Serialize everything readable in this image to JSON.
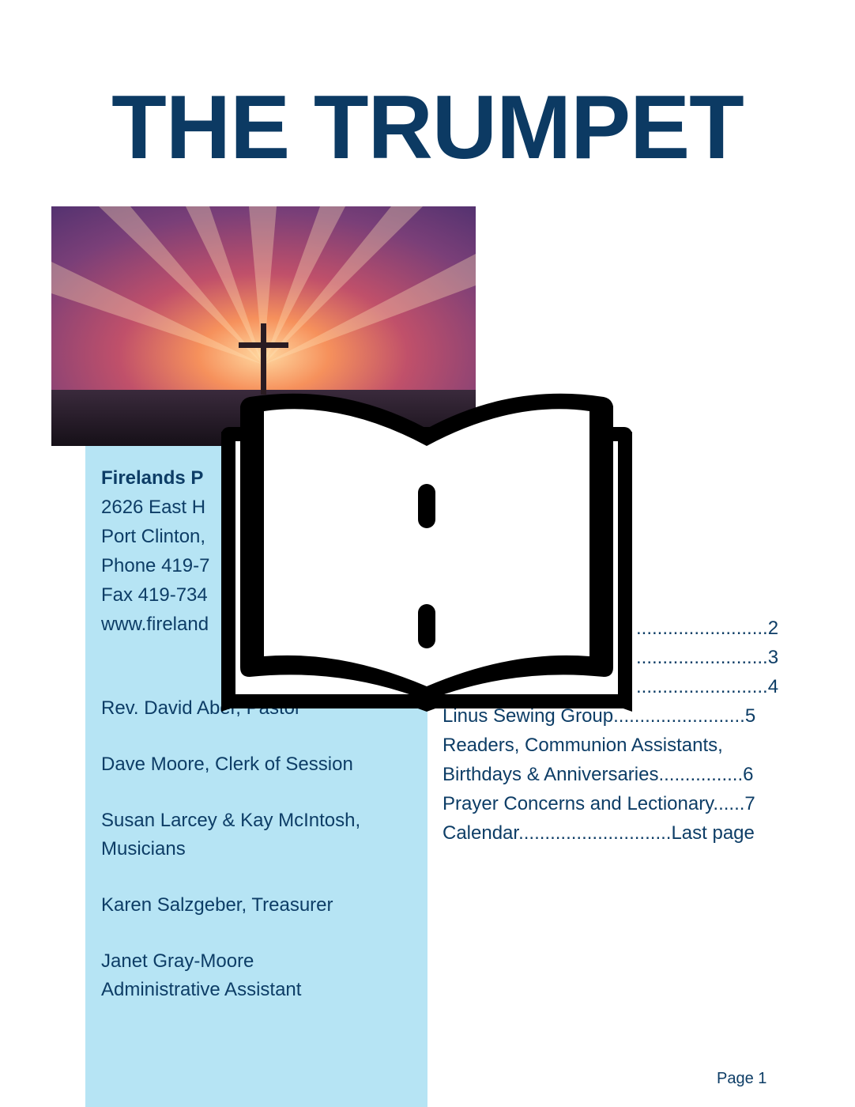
{
  "title": "THE TRUMPET",
  "contact": {
    "church": "Firelands P",
    "address": "2626 East H",
    "city": "Port Clinton,",
    "phone": "Phone 419-7",
    "fax": "Fax 419-734",
    "web": "www.fireland"
  },
  "staff": [
    {
      "line1": "Rev. David Aber, Pastor"
    },
    {
      "line1": "Dave Moore, Clerk of Session"
    },
    {
      "line1": "Susan Larcey & Kay McIntosh,",
      "line2": "Musicians"
    },
    {
      "line1": "Karen Salzgeber, Treasurer"
    },
    {
      "line1": "Janet Gray-Moore",
      "line2": "Administrative Assistant"
    }
  ],
  "toc": [
    ".........................2",
    ".........................3",
    ".........................4",
    "Linus Sewing Group.........................5",
    "Readers, Communion Assistants,",
    "Birthdays & Anniversaries................6",
    "Prayer Concerns and Lectionary......7",
    "Calendar.............................Last page"
  ],
  "footer": {
    "page": "Page 1"
  },
  "icons": {
    "photo": "cross-sunset-image",
    "overlay": "open-book-icon"
  },
  "colors": {
    "title": "#0c3a63",
    "text": "#0d3d66",
    "sidebar": "#b6e4f4"
  }
}
